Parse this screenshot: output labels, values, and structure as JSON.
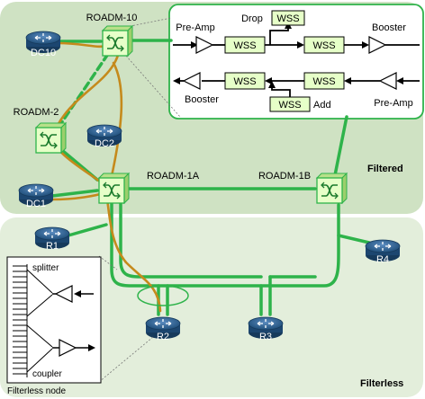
{
  "regions": {
    "filtered": "Filtered",
    "filterless": "Filterless"
  },
  "roadms": {
    "roadm_10": "ROADM-10",
    "roadm_2": "ROADM-2",
    "roadm_1a": "ROADM-1A",
    "roadm_1b": "ROADM-1B"
  },
  "routers": {
    "dc10": "DC10",
    "dc2": "DC2",
    "dc1": "DC1",
    "r1": "R1",
    "r2": "R2",
    "r3": "R3",
    "r4": "R4"
  },
  "detail": {
    "pre_amp_top": "Pre-Amp",
    "drop": "Drop",
    "wss_drop": "WSS",
    "booster_top": "Booster",
    "wss_top_left": "WSS",
    "wss_top_right": "WSS",
    "wss_bottom_left": "WSS",
    "wss_bottom_right": "WSS",
    "booster_bottom": "Booster",
    "wss_add": "WSS",
    "add": "Add",
    "pre_amp_bottom": "Pre-Amp"
  },
  "filterless_node": {
    "splitter": "splitter",
    "coupler": "coupler",
    "caption": "Filterless node"
  },
  "colors": {
    "filtered_bg": "#cfe2c3",
    "filterless_bg": "#e3eedb",
    "fiber": "#2eb34a",
    "lightpath": "#c58a1c",
    "roadm_fill": "#e6ffc8",
    "router_fill": "#1f4e79"
  }
}
